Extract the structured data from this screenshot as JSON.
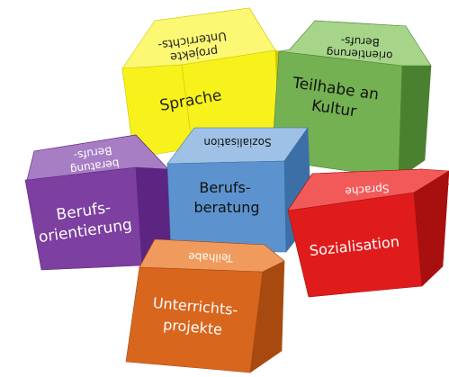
{
  "cubes": {
    "sprache": {
      "front": [
        "Sprache"
      ],
      "top": [
        "Unterrichts-",
        "projekte"
      ],
      "colors": {
        "front": "#f7f21c",
        "top": "#fdf873",
        "side": "#cfc800",
        "text": "#222222"
      }
    },
    "kultur": {
      "front": [
        "Teilhabe an",
        "Kultur"
      ],
      "top": [
        "Berufs-",
        "orientierung"
      ],
      "colors": {
        "front": "#74b153",
        "top": "#a6d58a",
        "side": "#4a8131",
        "text": "#111111"
      }
    },
    "orientierung": {
      "front": [
        "Berufs-",
        "orientierung"
      ],
      "top": [
        "Berufs-",
        "beratung"
      ],
      "colors": {
        "front": "#7d3fa0",
        "top": "#a77dc4",
        "side": "#5c2582",
        "text": "#ffffff"
      }
    },
    "beratung": {
      "front": [
        "Berufs-",
        "beratung"
      ],
      "top": [
        "Sozialisation"
      ],
      "colors": {
        "front": "#5c93cf",
        "top": "#9fc1e6",
        "side": "#3c6fa6",
        "text": "#111111"
      }
    },
    "sozialisation": {
      "front": [
        "Sozialisation"
      ],
      "top": [
        "Sprache"
      ],
      "colors": {
        "front": "#e01b1b",
        "top": "#f25a5a",
        "side": "#a80f0f",
        "text": "#ffffff"
      }
    },
    "projekte": {
      "front": [
        "Unterrichts-",
        "projekte"
      ],
      "top": [
        "Teilhabe"
      ],
      "colors": {
        "front": "#d8661d",
        "top": "#f09a5d",
        "side": "#a84a10",
        "text": "#ffffff"
      }
    }
  }
}
